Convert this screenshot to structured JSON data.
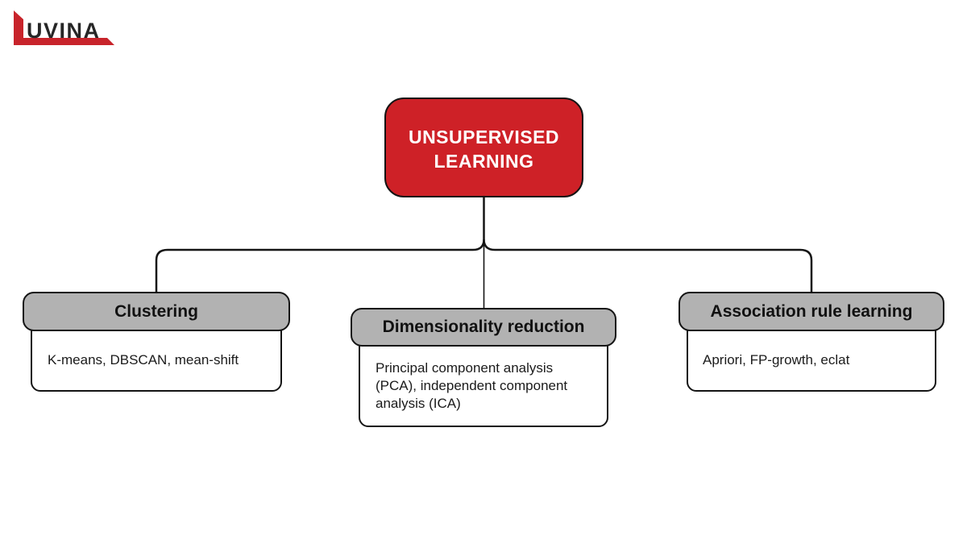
{
  "logo": {
    "brand": "UVINA"
  },
  "diagram": {
    "root": {
      "label": "UNSUPERVISED LEARNING"
    },
    "children": [
      {
        "title": "Clustering",
        "detail": "K-means, DBSCAN, mean-shift"
      },
      {
        "title": "Dimensionality reduction",
        "detail": "Principal component analysis (PCA), independent component analysis (ICA)"
      },
      {
        "title": "Association rule learning",
        "detail": "Apriori, FP-growth, eclat"
      }
    ]
  },
  "colors": {
    "root_bg": "#CE2127",
    "root_text": "#FFFFFF",
    "header_bg": "#B2B2B2",
    "body_bg": "#FFFFFF",
    "border": "#141414",
    "connector": "#151515",
    "logo_red": "#C8242B",
    "logo_text": "#262626"
  }
}
